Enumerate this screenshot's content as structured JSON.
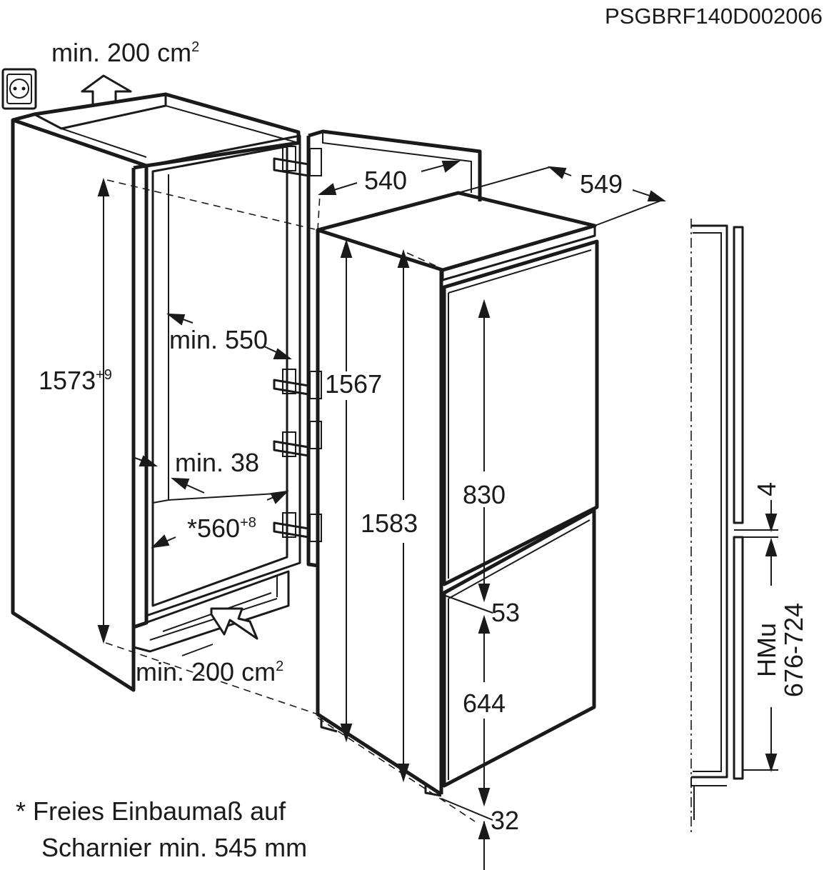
{
  "drawing_code": "PSGBRF140D002006",
  "ventilation": {
    "top": {
      "text": "min. 200 cm",
      "sup": "2"
    },
    "bottom": {
      "text": "min. 200 cm",
      "sup": "2"
    }
  },
  "cabinet_dimensions": {
    "niche_height": {
      "text": "1573",
      "sup": "+9"
    },
    "min_depth": "min. 550",
    "min_gap": "min. 38",
    "niche_width": {
      "text": "*560",
      "sup": "+8"
    }
  },
  "appliance_dimensions": {
    "width": "540",
    "depth": "549",
    "height": "1567",
    "total_height": "1583",
    "upper_door": "830",
    "door_gap": "53",
    "lower_door": "644",
    "bottom_gap": "32"
  },
  "side_view": {
    "gap": "4",
    "hmu_label": "HMu",
    "hmu_range": "676-724"
  },
  "footnote": {
    "line1": "* Freies Einbaumaß auf",
    "line2": "Scharnier min. 545 mm"
  },
  "icons": [
    "power-socket-icon",
    "airflow-up-arrow-icon",
    "airflow-in-arrow-icon"
  ]
}
